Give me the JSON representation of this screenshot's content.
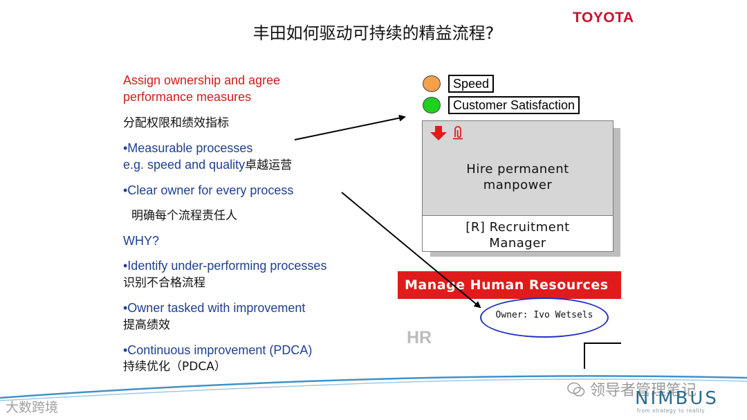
{
  "slide": {
    "title": "丰田如何驱动可持续的精益流程?",
    "brand_logo": "TOYOTA"
  },
  "left_text": {
    "heading_line1": "Assign ownership and agree",
    "heading_line2": "performance measures",
    "heading_cn": "分配权限和绩效指标",
    "bullet1_line1": "•Measurable processes",
    "bullet1_line2": "e.g. speed and quality",
    "bullet1_line2_cn": "卓越运营",
    "bullet2": "•Clear owner for every process",
    "bullet2_cn": "明确每个流程责任人",
    "why": "WHY?",
    "bullet3": "•Identify under-performing processes",
    "bullet3_cn": "识别不合格流程",
    "bullet4": "•Owner tasked with improvement",
    "bullet4_cn": "提高绩效",
    "bullet5": "•Continuous improvement (PDCA)",
    "bullet5_cn": "持续优化（PDCA）"
  },
  "legend": {
    "speed_label": "Speed",
    "speed_color": "#f5a04a",
    "satisfaction_label": "Customer Satisfaction",
    "satisfaction_color": "#1fd11f"
  },
  "process_card": {
    "title_line1": "Hire permanent",
    "title_line2": "manpower",
    "owner_line1": "[R] Recruitment",
    "owner_line2": "Manager",
    "down_arrow_icon": "down-arrow-icon",
    "attachment_icon": "paperclip-icon"
  },
  "process_map": {
    "banner_label": "Manage Human Resources",
    "owner_label": "Owner: Ivo Wetsels",
    "area_label": "HR"
  },
  "watermarks": {
    "wechat_account": "领导者管理笔记",
    "left_mark": "大数跨境",
    "company": "NIMBUS",
    "tagline": "from strategy to reality"
  },
  "colors": {
    "accent_red": "#cc1f1a",
    "text_blue": "#1f3f8f",
    "banner_red": "#e01b1b",
    "oval_blue": "#1f2fc4"
  }
}
